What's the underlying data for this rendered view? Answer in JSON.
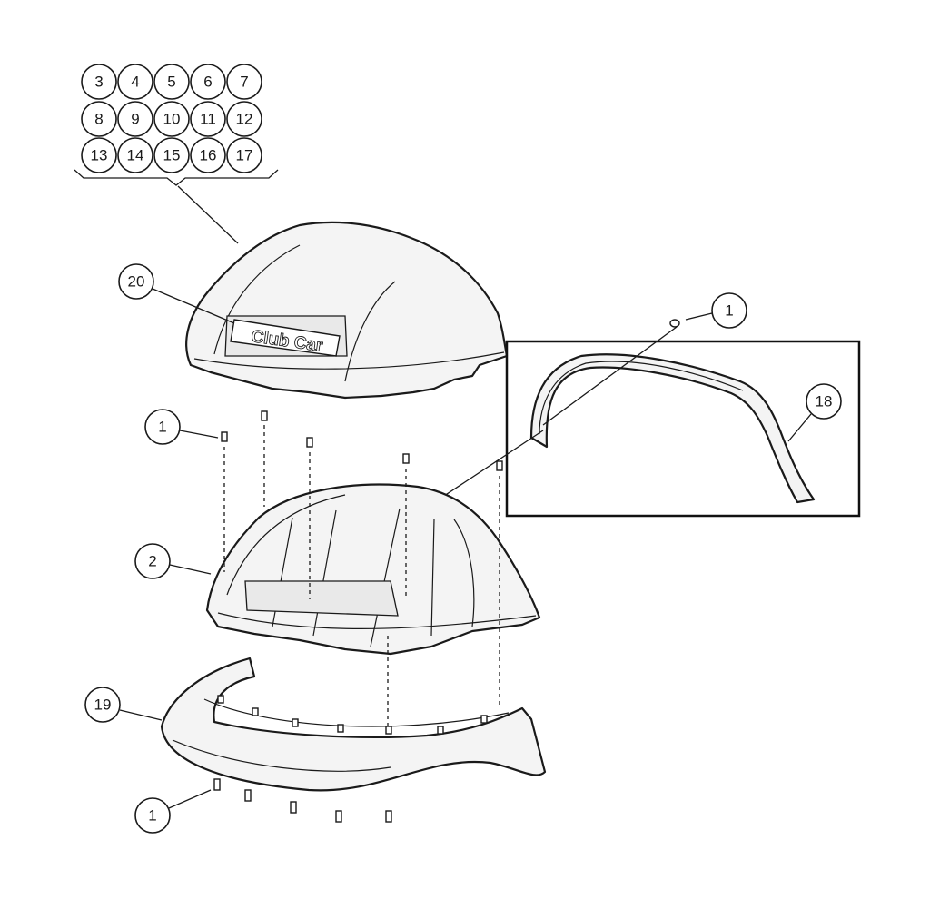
{
  "callouts": {
    "c3": "3",
    "c4": "4",
    "c5": "5",
    "c6": "6",
    "c7": "7",
    "c8": "8",
    "c9": "9",
    "c10": "10",
    "c11": "11",
    "c12": "12",
    "c13": "13",
    "c14": "14",
    "c15": "15",
    "c16": "16",
    "c17": "17",
    "c20": "20",
    "c1_detail": "1",
    "c18": "18",
    "c1_frame": "1",
    "c2": "2",
    "c19": "19",
    "c1_bottom": "1"
  },
  "badge": {
    "text": "Club Car"
  },
  "colors": {
    "line": "#1a1a1a",
    "part_fill": "#f4f4f4",
    "background": "#ffffff"
  }
}
